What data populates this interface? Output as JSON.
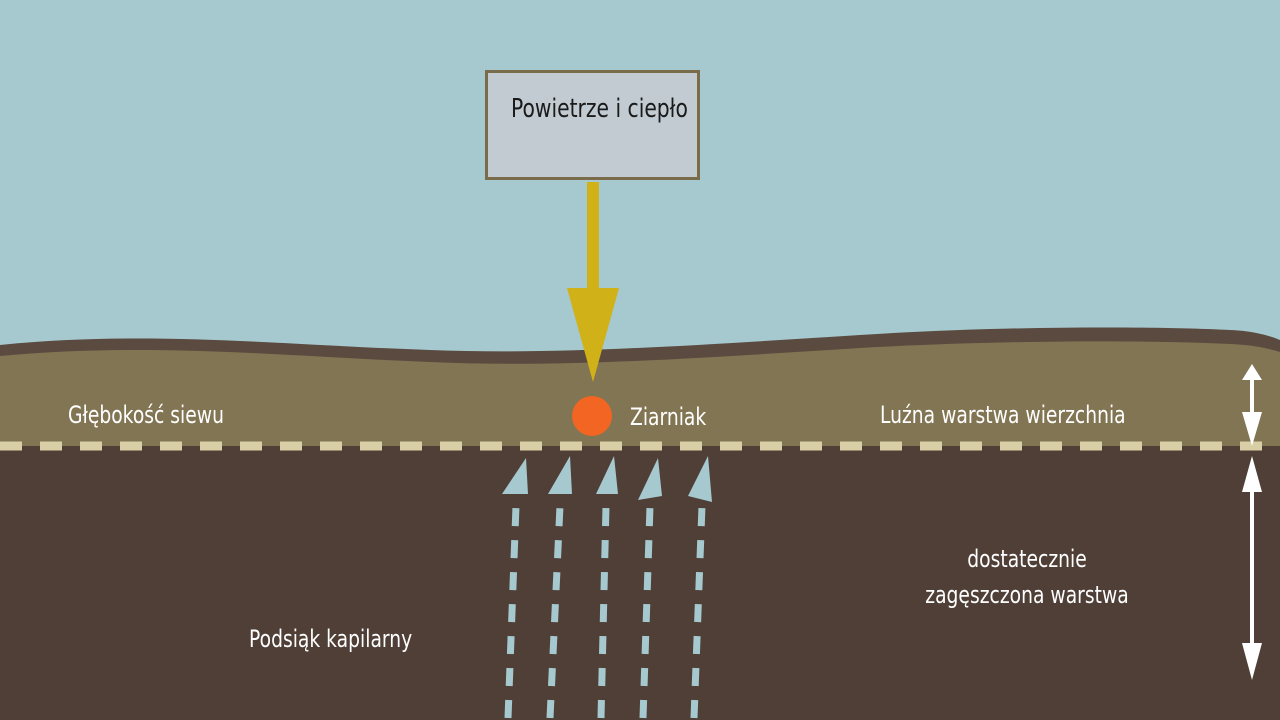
{
  "source_label": "Powietrze i ciepło",
  "labels": {
    "sowing_depth": "Głębokość siewu",
    "seed": "Ziarniak",
    "loose_layer": "Luźna warstwa wierzchnia",
    "compacted_layer_line1": "dostatecznie",
    "compacted_layer_line2": "zagęszczona warstwa",
    "capillary_rise": "Podsiąk kapilarny"
  },
  "colors": {
    "sky": "#a6c8cf",
    "topsoil": "#827553",
    "soil_surface": "#5b4a3f",
    "subsoil": "#4f3f37",
    "boundary_dash": "#d9cfa6",
    "seed": "#f26522",
    "heat_arrow": "#d1b118",
    "capillary_arrows": "#a6c8cf",
    "annotation_arrows": "#ffffff",
    "source_box_fill": "#c2cbd1",
    "source_box_border": "#7a6c4a"
  }
}
